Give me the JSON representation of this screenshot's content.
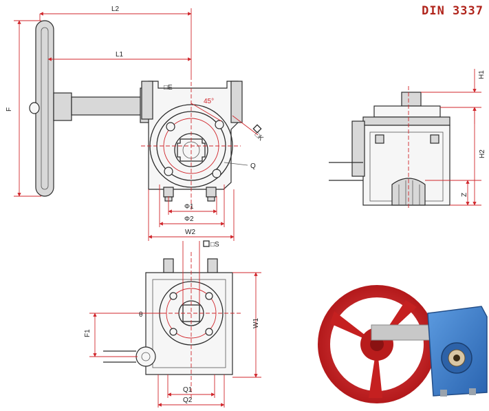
{
  "title": "DIN 3337",
  "labels": {
    "L2": "L2",
    "L1": "L1",
    "F": "F",
    "E": "□E",
    "angle": "45°",
    "K": "□K",
    "Q": "Q",
    "phi1": "Φ1",
    "phi2": "Φ2",
    "W2": "W2",
    "H1": "H1",
    "H2": "H2",
    "Z": "Z",
    "S": "□S",
    "W1": "W1",
    "F1": "F1",
    "Q1": "Q1",
    "Q2": "Q2",
    "theta": "θ"
  },
  "colors": {
    "dimension": "#d0262b",
    "outline": "#2b2b2b",
    "handwheel": "#d42a2a",
    "gearbox": "#3a7fd0",
    "title": "#b0241b"
  }
}
